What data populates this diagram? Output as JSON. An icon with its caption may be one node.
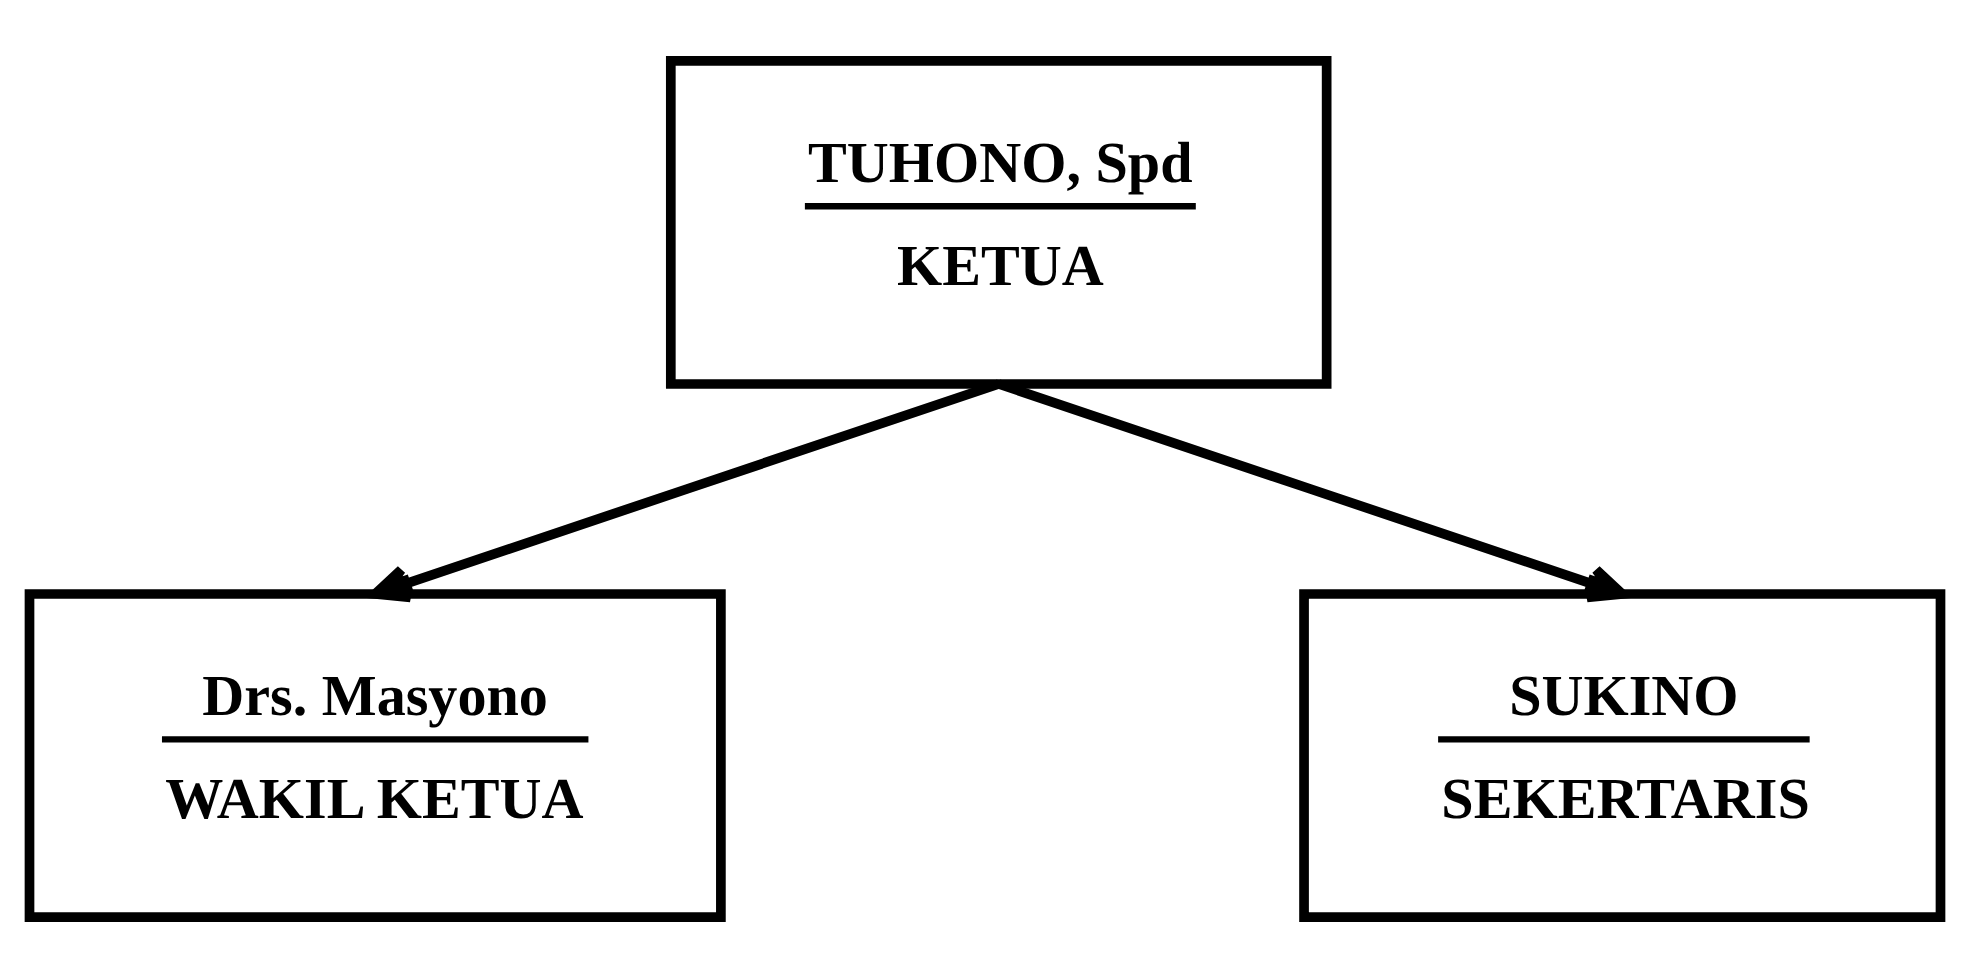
{
  "diagram": {
    "nodes": [
      {
        "text": [
          "TUHONO, Spd",
          "KETUA"
        ]
      },
      {
        "text": [
          "Drs. Masyono",
          "WAKIL KETUA"
        ]
      },
      {
        "text": [
          "SUKINO",
          "SEKERTARIS"
        ]
      }
    ],
    "edges": [
      {
        "from": 0,
        "to": 1,
        "arrow": "to"
      },
      {
        "from": 0,
        "to": 2,
        "arrow": "to"
      }
    ]
  }
}
